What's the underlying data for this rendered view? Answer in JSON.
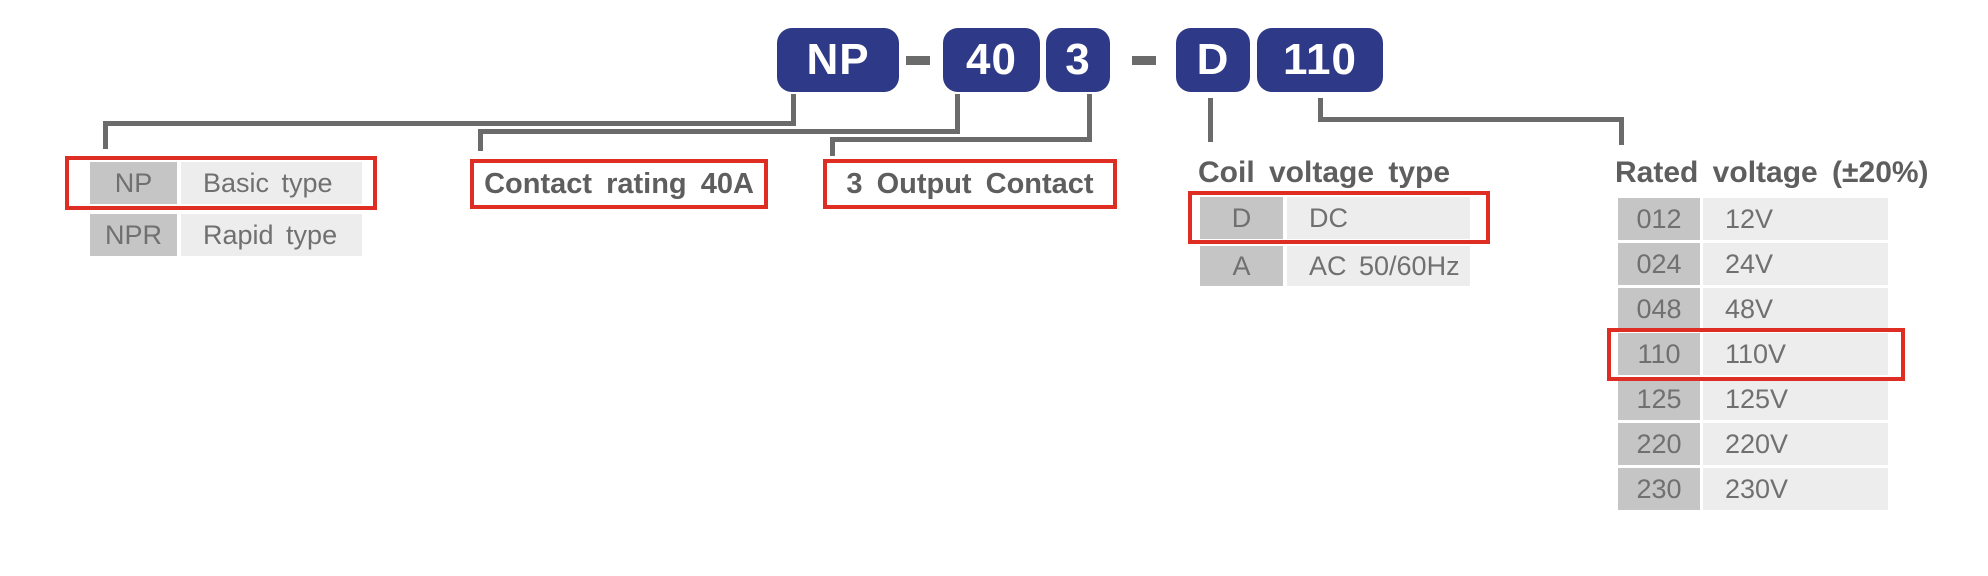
{
  "model_code": {
    "series": "NP",
    "separator": "-",
    "contact_rating": "40",
    "output_contacts": "3",
    "coil_voltage_type": "D",
    "rated_voltage": "110"
  },
  "series_table": {
    "rows": [
      {
        "code": "NP",
        "label": "Basic type",
        "selected": true
      },
      {
        "code": "NPR",
        "label": "Rapid type",
        "selected": false
      }
    ]
  },
  "callouts": {
    "contact_rating": "Contact rating 40A",
    "output_contact": "3 Output Contact"
  },
  "coil_voltage": {
    "title": "Coil voltage type",
    "rows": [
      {
        "code": "D",
        "label": "DC",
        "selected": true
      },
      {
        "code": "A",
        "label": "AC 50/60Hz",
        "selected": false
      }
    ]
  },
  "rated_voltage": {
    "title": "Rated voltage (±20%)",
    "rows": [
      {
        "code": "012",
        "label": "12V",
        "selected": false
      },
      {
        "code": "024",
        "label": "24V",
        "selected": false
      },
      {
        "code": "048",
        "label": "48V",
        "selected": false
      },
      {
        "code": "110",
        "label": "110V",
        "selected": true
      },
      {
        "code": "125",
        "label": "125V",
        "selected": false
      },
      {
        "code": "220",
        "label": "220V",
        "selected": false
      },
      {
        "code": "230",
        "label": "230V",
        "selected": false
      }
    ]
  },
  "colors": {
    "badge_blue": "#2e3a87",
    "highlight_red": "#de2e23",
    "connector_gray": "#6b6b6b",
    "code_cell_gray": "#c5c5c5",
    "value_cell_gray": "#ededed",
    "label_gray": "#5e5e5e",
    "cell_text_gray": "#707070"
  }
}
